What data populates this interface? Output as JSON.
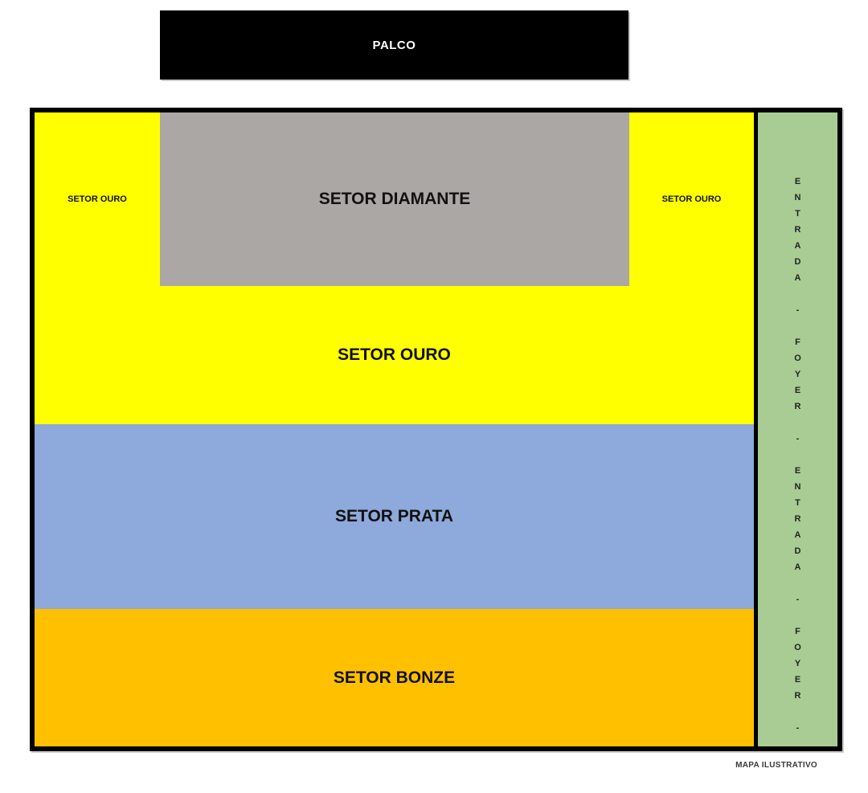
{
  "page": {
    "background": "#FFFFFF",
    "footnote": "MAPA ILUSTRATIVO"
  },
  "stage": {
    "label": "PALCO",
    "bg": "#000000",
    "text_color": "#FFFFFF"
  },
  "map": {
    "border_color": "#000000",
    "sectors": {
      "ouro_left": {
        "label": "SETOR OURO",
        "color": "#FFFF00"
      },
      "diamante": {
        "label": "SETOR DIAMANTE",
        "color": "#ABA7A5"
      },
      "ouro_right": {
        "label": "SETOR OURO",
        "color": "#FFFF00"
      },
      "ouro_main": {
        "label": "SETOR OURO",
        "color": "#FFFF00"
      },
      "prata": {
        "label": "SETOR PRATA",
        "color": "#8EA9DB"
      },
      "bonze": {
        "label": "SETOR BONZE",
        "color": "#FFC000"
      }
    },
    "entrance_strip": {
      "label": "ENTRADA - FOYER - ENTRADA - FOYER -",
      "color": "#A8CC93"
    }
  }
}
